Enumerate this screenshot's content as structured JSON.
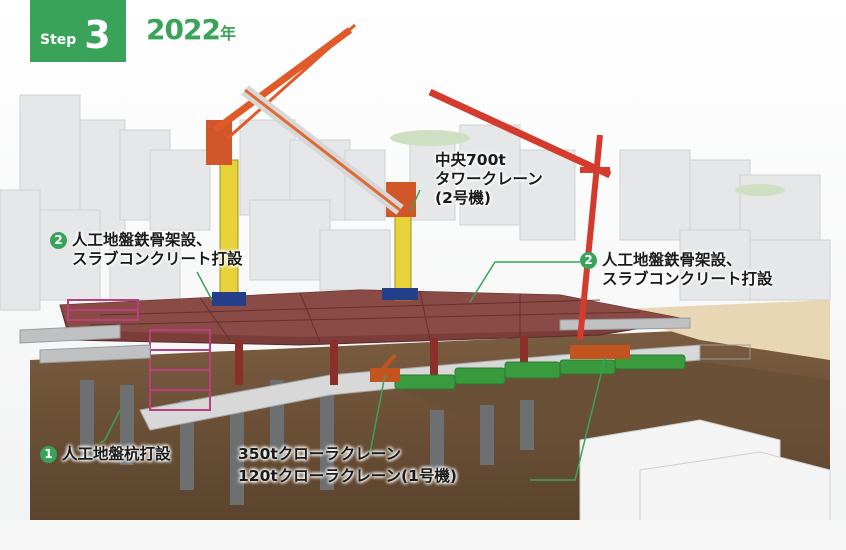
{
  "header": {
    "step_word": "Step",
    "step_number": "3",
    "year_number": "2022",
    "year_unit": "年",
    "accent_color": "#3aa35a"
  },
  "annotations": {
    "slab_left": {
      "marker": "2",
      "line1": "人工地盤鉄骨架設、",
      "line2": "スラブコンクリート打設"
    },
    "slab_right": {
      "marker": "2",
      "line1": "人工地盤鉄骨架設、",
      "line2": "スラブコンクリート打設"
    },
    "tower_crane": {
      "line1": "中央700t",
      "line2": "タワークレーン",
      "line3": "(2号機)"
    },
    "piles": {
      "marker": "1",
      "text": "人工地盤杭打設"
    },
    "crawler_350": {
      "text": "350tクローラクレーン"
    },
    "crawler_120": {
      "text": "120tクローラクレーン(1号機)"
    }
  }
}
